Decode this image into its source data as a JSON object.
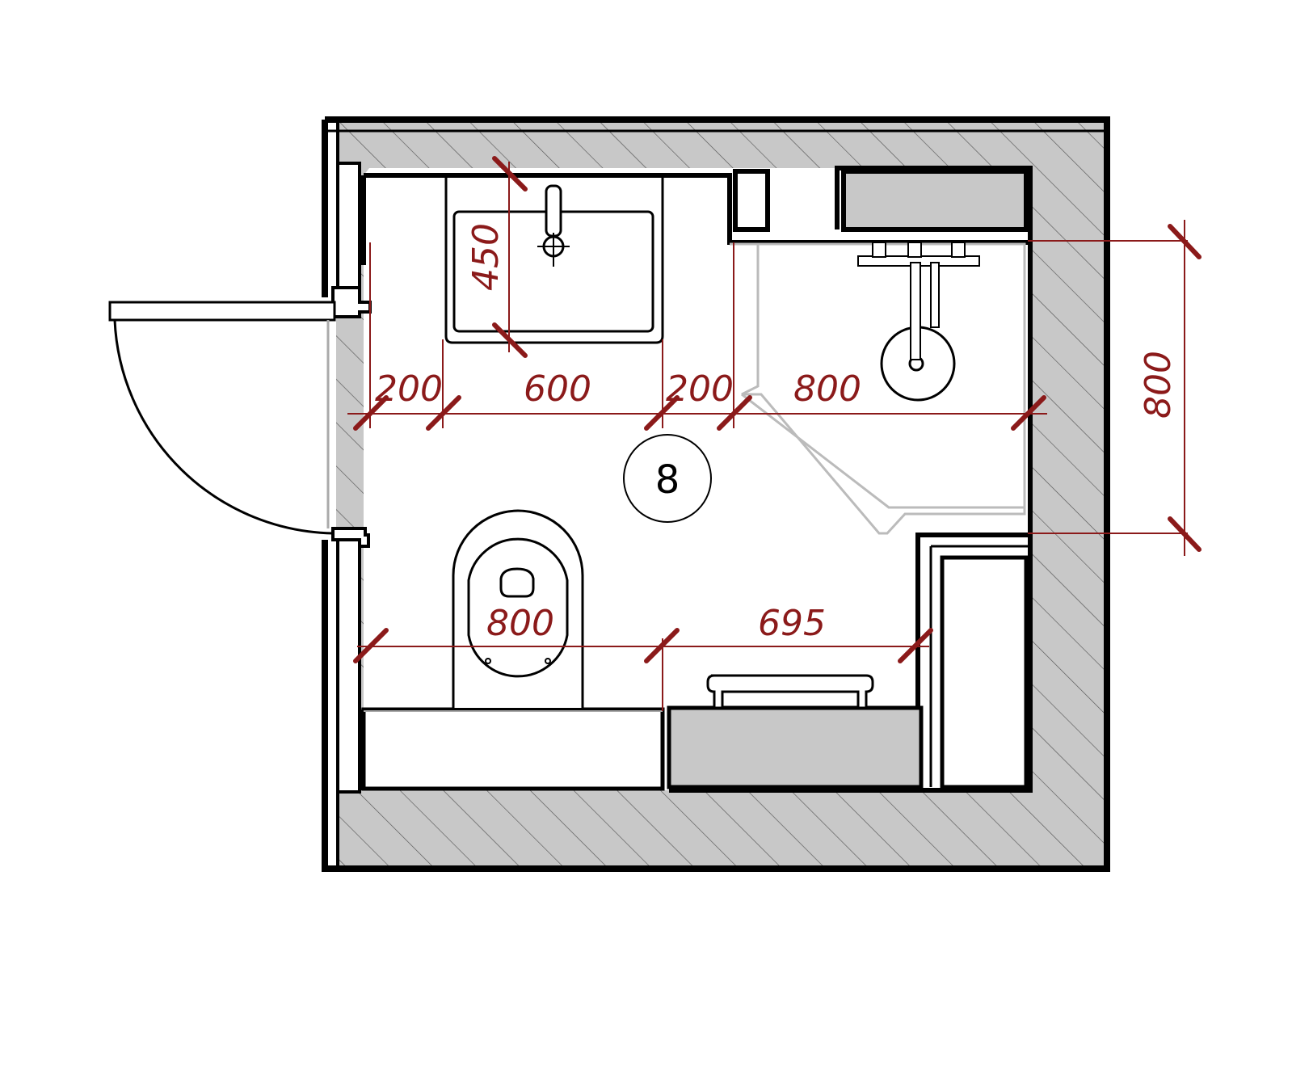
{
  "room": {
    "number": "8"
  },
  "dimensions": {
    "sink_depth": "450",
    "top_left_gap": "200",
    "sink_width": "600",
    "top_mid_gap": "200",
    "shower_width": "800",
    "shower_depth": "800",
    "toilet_zone": "800",
    "bottom_right_zone": "695"
  },
  "colors": {
    "dimension": "#8b1a1a",
    "wall_fill": "#c8c8c8",
    "outline": "#000000",
    "fixture_line": "#b4b4b4"
  }
}
